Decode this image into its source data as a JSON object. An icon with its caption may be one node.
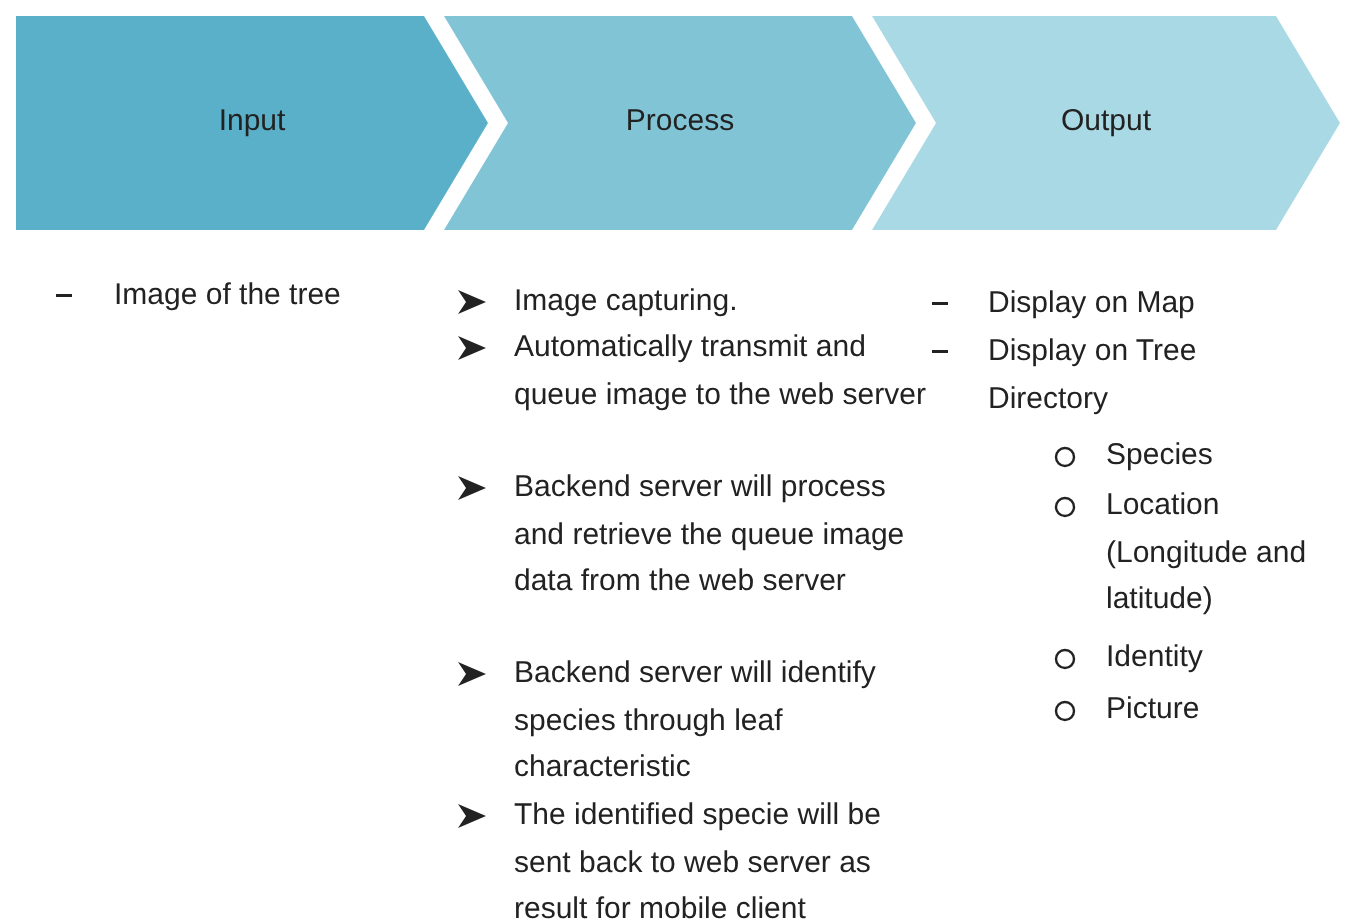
{
  "diagram": {
    "nodes": [
      {
        "text": [
          "Input"
        ]
      },
      {
        "text": [
          "Process"
        ]
      },
      {
        "text": [
          "Output"
        ]
      }
    ],
    "labels": [
      "Image of the tree",
      "Image capturing.",
      "Automatically transmit and queue image to the web server",
      "Backend server will process and retrieve the queue image data from the web server",
      "Backend server will identify species through leaf characteristic",
      "The identified specie will be sent back to web server as result for mobile client",
      "Display on Map",
      "Display on Tree Directory",
      "Species",
      "Location (Longitude and latitude)",
      "Identity",
      "Picture"
    ]
  }
}
